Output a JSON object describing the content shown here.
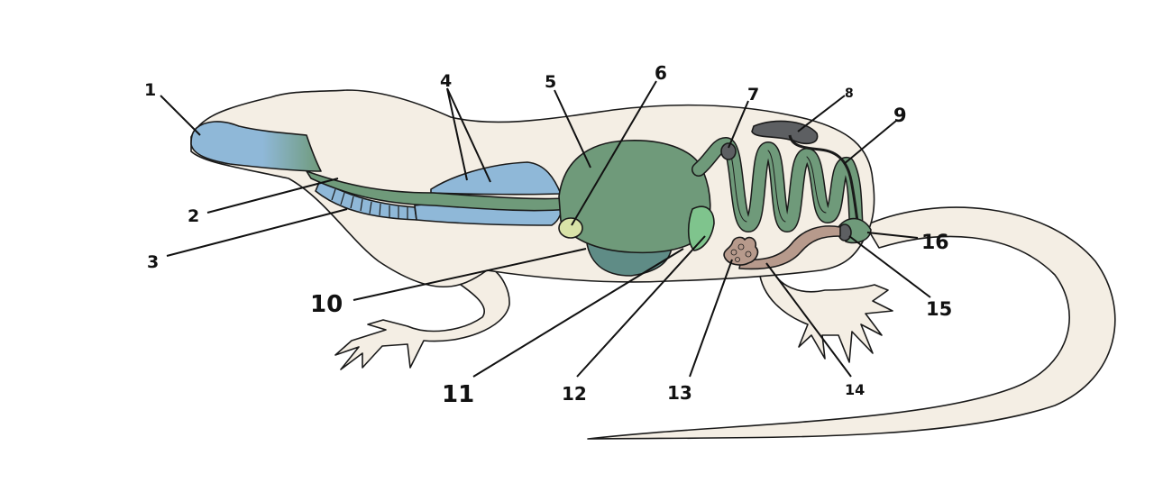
{
  "colors": {
    "body": "#f4eee4",
    "digestive": "#6f9a7a",
    "respiratory": "#8fb8d8",
    "gallbladder": "#d9e3a8",
    "spleen_dark": "#5d5f62",
    "pancreas_light": "#7fc48d",
    "stomach_lobe": "#5f8c86",
    "reproductive": "#b79a8c",
    "outline": "#1a1a1a"
  },
  "labels": [
    "1",
    "2",
    "3",
    "4",
    "5",
    "6",
    "7",
    "8",
    "9",
    "10",
    "11",
    "12",
    "13",
    "14",
    "15",
    "16"
  ]
}
